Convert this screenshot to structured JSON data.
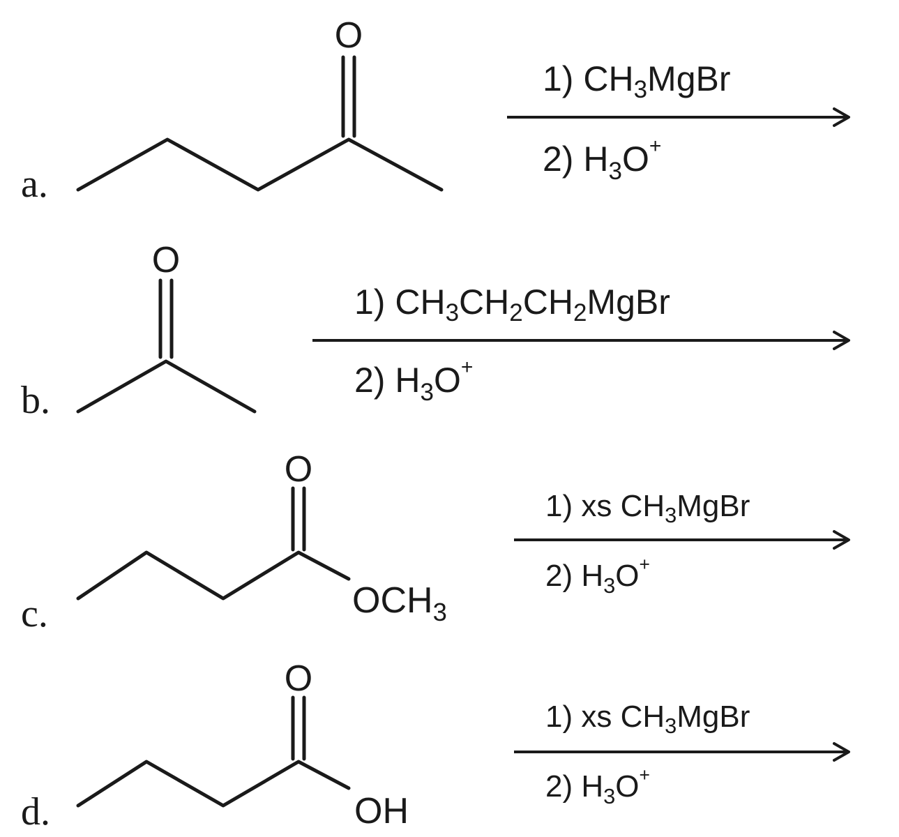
{
  "reactions": [
    {
      "label": "a.",
      "carbonyl_o": "O",
      "substituent": "",
      "step1": {
        "pre": "1) ",
        "a": "CH",
        "a_sub": "3",
        "b": "MgBr",
        "b_sub": "",
        "c": "",
        "c_sub": "",
        "d": ""
      },
      "step2": {
        "pre": "2) H",
        "sub": "3",
        "main": "O",
        "sup": "+"
      }
    },
    {
      "label": "b.",
      "carbonyl_o": "O",
      "substituent": "",
      "step1": {
        "pre": "1) ",
        "a": "CH",
        "a_sub": "3",
        "b": "CH",
        "b_sub": "2",
        "c": "CH",
        "c_sub": "2",
        "d": "MgBr"
      },
      "step2": {
        "pre": "2) H",
        "sub": "3",
        "main": "O",
        "sup": "+"
      }
    },
    {
      "label": "c.",
      "carbonyl_o": "O",
      "substituent": {
        "main": "OCH",
        "sub": "3"
      },
      "step1": {
        "pre": "1) xs ",
        "a": "CH",
        "a_sub": "3",
        "b": "MgBr",
        "b_sub": "",
        "c": "",
        "c_sub": "",
        "d": ""
      },
      "step2": {
        "pre": "2) H",
        "sub": "3",
        "main": "O",
        "sup": "+"
      }
    },
    {
      "label": "d.",
      "carbonyl_o": "O",
      "substituent": {
        "main": "OH",
        "sub": ""
      },
      "step1": {
        "pre": "1) xs ",
        "a": "CH",
        "a_sub": "3",
        "b": "MgBr",
        "b_sub": "",
        "c": "",
        "c_sub": "",
        "d": ""
      },
      "step2": {
        "pre": "2) H",
        "sub": "3",
        "main": "O",
        "sup": "+"
      }
    }
  ]
}
